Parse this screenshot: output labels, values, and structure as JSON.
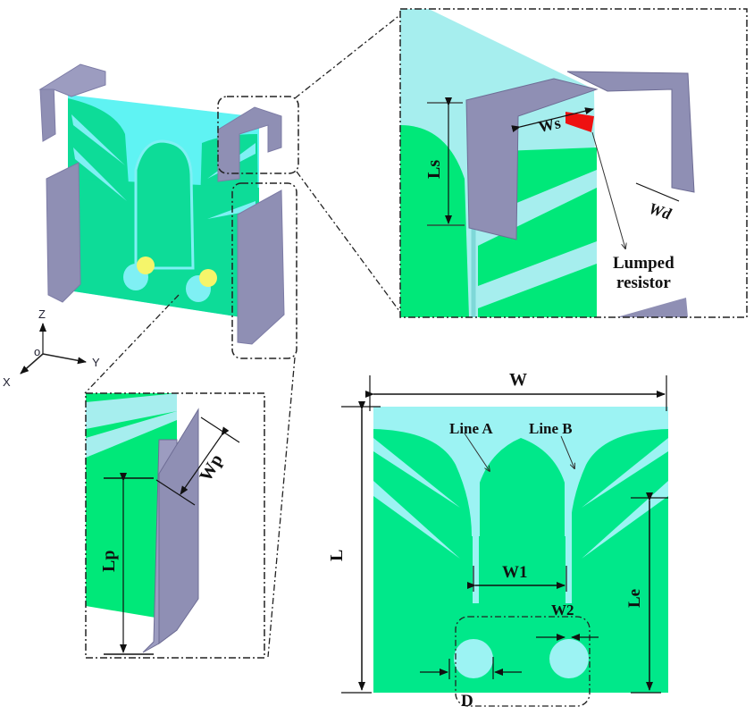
{
  "figure": {
    "colors": {
      "substrate": "#99eef0",
      "metal_patch": "#00e28a",
      "shield": "#8f8fb4",
      "shield_dark": "#7d7ca6",
      "resistor": "#ee1111",
      "port": "#f5f56a",
      "port_cyan": "#8beff4",
      "box_line": "#222222"
    },
    "iso_view": {
      "axes": {
        "z": "Z",
        "y": "Y",
        "x": "X",
        "origin": "o"
      }
    },
    "detail_top": {
      "labels": {
        "ls": "Ls",
        "ws": "Ws",
        "wd": "Wd",
        "resistor_line1": "Lumped",
        "resistor_line2": "resistor"
      }
    },
    "detail_left": {
      "labels": {
        "lp": "Lp",
        "wp": "Wp"
      }
    },
    "top_view": {
      "labels": {
        "w": "W",
        "l": "L",
        "line_a": "Line A",
        "line_b": "Line B",
        "w1": "W1",
        "w2": "W2",
        "le": "Le",
        "d": "D"
      }
    }
  }
}
